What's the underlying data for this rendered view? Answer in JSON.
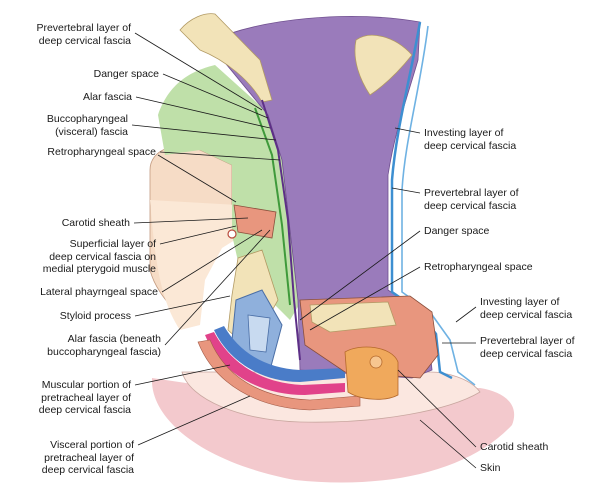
{
  "colors": {
    "investing_layer": "#9a7bbb",
    "retropharyngeal_space": "#bfe0a9",
    "prevertebral_line": "#3d8fd1",
    "skin": "#f3c9cd",
    "bone": "#f2e3b8",
    "muscle": "#e8967e",
    "carotid_sheath": "#f0a95c",
    "pharynx": "#8fb0dc",
    "visceral": "#e1428a",
    "blue_band": "#4a7cc8"
  },
  "labels": {
    "left": [
      {
        "id": "prevertebral-layer-left",
        "text": "Prevertebral layer of\ndeep cervical fascia"
      },
      {
        "id": "danger-space-left",
        "text": "Danger space"
      },
      {
        "id": "alar-fascia-left",
        "text": "Alar fascia"
      },
      {
        "id": "buccopharyngeal-fascia",
        "text": "Buccopharyngeal\n(visceral) fascia"
      },
      {
        "id": "retropharyngeal-space-left",
        "text": "Retropharyngeal space"
      },
      {
        "id": "carotid-sheath-left",
        "text": "Carotid sheath"
      },
      {
        "id": "superficial-layer",
        "text": "Superficial layer of\ndeep cervical fascia on\nmedial pterygoid muscle"
      },
      {
        "id": "lateral-pharyngeal-space",
        "text": "Lateral phayrngeal space"
      },
      {
        "id": "styloid-process",
        "text": "Styloid process"
      },
      {
        "id": "alar-fascia-beneath",
        "text": "Alar fascia (beneath\nbuccopharyngeal fascia)"
      },
      {
        "id": "muscular-portion",
        "text": "Muscular portion of\npretracheal layer of\ndeep cervical fascia"
      },
      {
        "id": "visceral-portion",
        "text": "Visceral portion of\npretracheal layer of\ndeep cervical fascia"
      }
    ],
    "right": [
      {
        "id": "investing-layer-top",
        "text": "Investing layer of\ndeep cervical fascia"
      },
      {
        "id": "prevertebral-layer-right",
        "text": "Prevertebral layer of\ndeep cervical fascia"
      },
      {
        "id": "danger-space-right",
        "text": "Danger space"
      },
      {
        "id": "retropharyngeal-space-right",
        "text": "Retropharyngeal space"
      },
      {
        "id": "investing-layer-bottom",
        "text": "Investing layer of\ndeep cervical fascia"
      },
      {
        "id": "prevertebral-layer-bottom",
        "text": "Prevertebral layer of\ndeep cervical fascia"
      },
      {
        "id": "carotid-sheath-right",
        "text": "Carotid sheath"
      },
      {
        "id": "skin",
        "text": "Skin"
      }
    ]
  }
}
